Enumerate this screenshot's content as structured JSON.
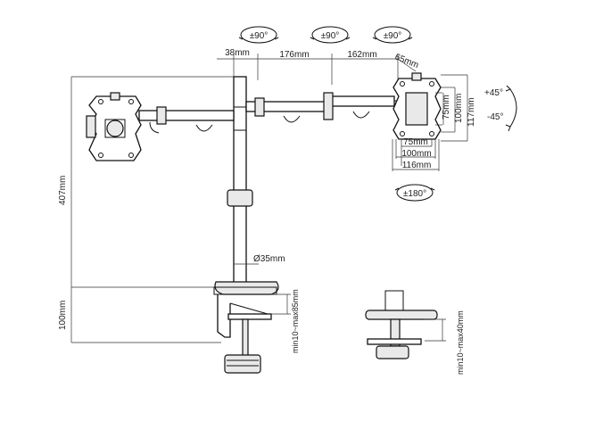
{
  "rotation_badges": {
    "tilt_left": "±90°",
    "tilt_mid": "±90°",
    "tilt_right": "±90°",
    "swivel": "±180°"
  },
  "arm_dims": {
    "d38": "38mm",
    "d176": "176mm",
    "d162": "162mm",
    "d65": "65mm"
  },
  "vesa": {
    "v75": "75mm",
    "v100": "100mm",
    "v117": "117mm",
    "h75": "75mm",
    "h100": "100mm",
    "h116": "116mm",
    "tilt_up": "+45°",
    "tilt_down": "-45°"
  },
  "pole": {
    "height": "407mm",
    "diameter": "Ø35mm"
  },
  "clamp": {
    "base_height": "100mm",
    "clamp_range": "min10~max85mm",
    "grommet_range": "min10~max40mm"
  }
}
